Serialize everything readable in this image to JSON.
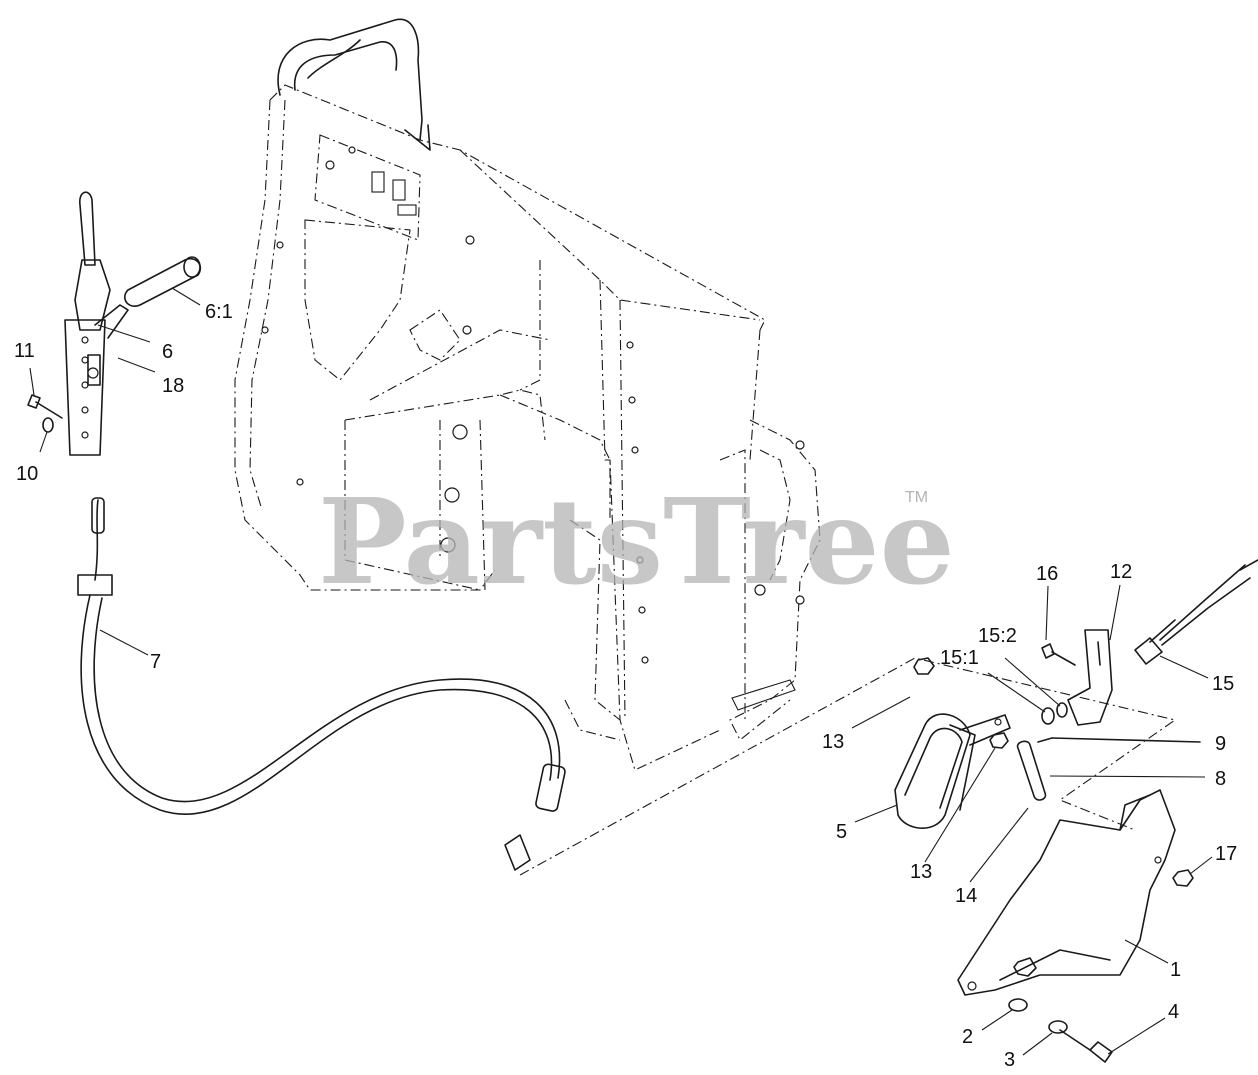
{
  "watermark": {
    "brand": "PartsTree",
    "trademark": "TM"
  },
  "callouts": {
    "c1": "1",
    "c2": "2",
    "c3": "3",
    "c4": "4",
    "c5": "5",
    "c6": "6",
    "c6_1": "6:1",
    "c7": "7",
    "c8": "8",
    "c9": "9",
    "c10": "10",
    "c11": "11",
    "c12": "12",
    "c13a": "13",
    "c13b": "13",
    "c14": "14",
    "c15": "15",
    "c15_1": "15:1",
    "c15_2": "15:2",
    "c16": "16",
    "c17": "17",
    "c18": "18"
  }
}
